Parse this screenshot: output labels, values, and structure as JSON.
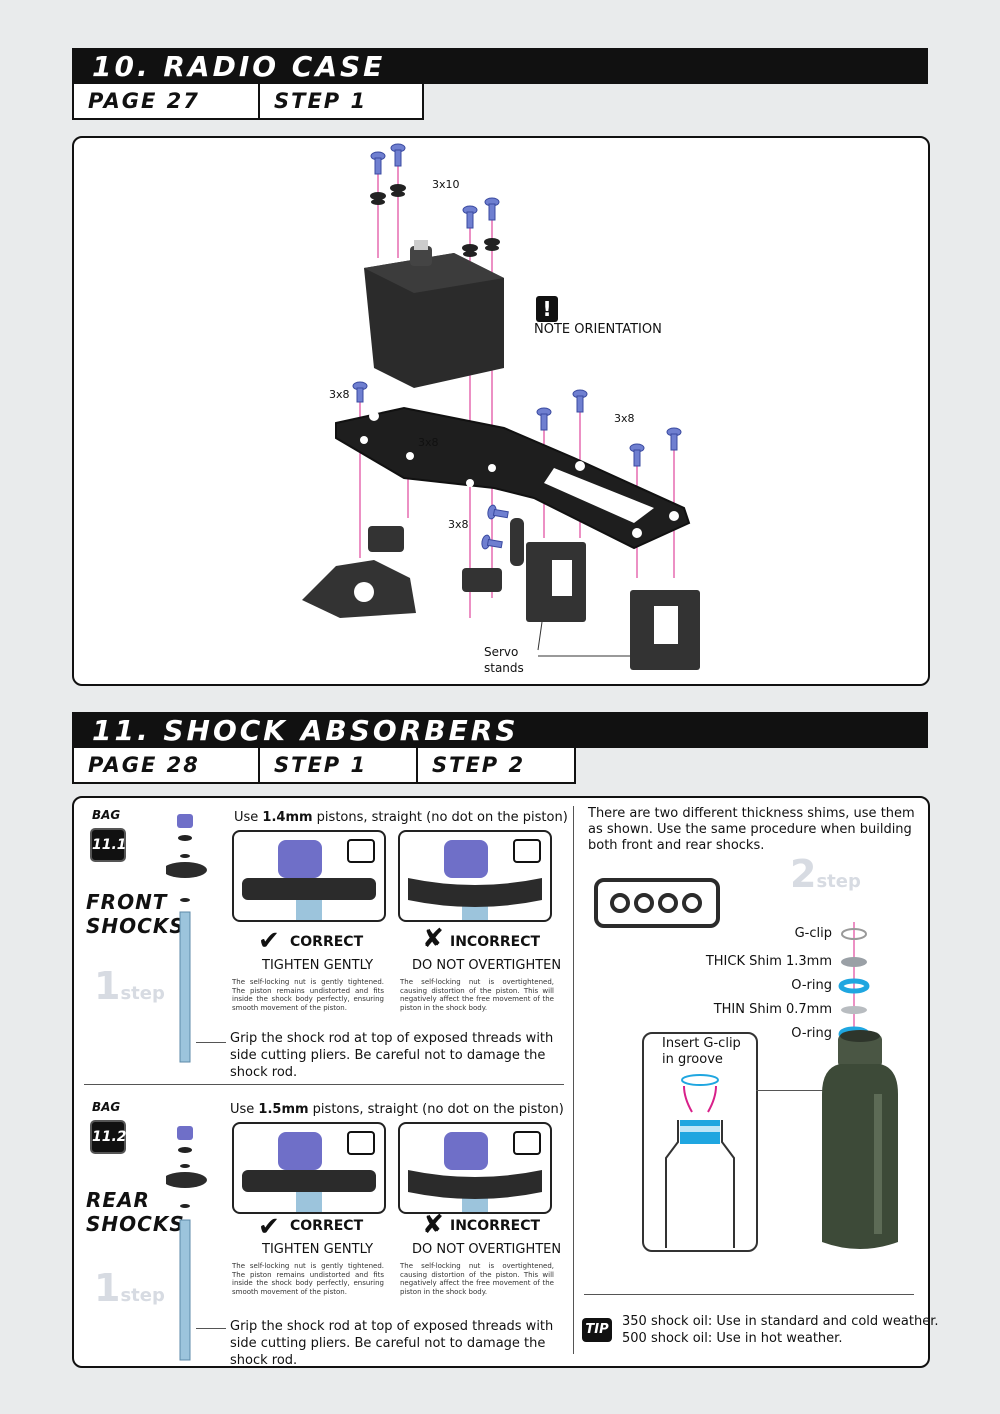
{
  "section10": {
    "title": "10. RADIO CASE",
    "page": "PAGE 27",
    "step": "STEP 1",
    "labels": {
      "screw_3x10": "3x10",
      "screw_3x8_a": "3x8",
      "screw_3x8_b": "3x8",
      "screw_3x8_c": "3x8",
      "screw_3x8_d": "3x8",
      "note": "NOTE ORIENTATION",
      "servo_stands": "Servo\nstands"
    }
  },
  "section11": {
    "title": "11. SHOCK ABSORBERS",
    "page": "PAGE 28",
    "step1": "STEP 1",
    "step2": "STEP 2",
    "front": {
      "bag_label": "BAG",
      "bag_number": "11.1",
      "name": "FRONT\nSHOCKS",
      "big_step_num": "1",
      "big_step_word": "step",
      "piston_pre": "Use ",
      "piston_bold": "1.4mm",
      "piston_post": " pistons, straight (no dot on the piston)",
      "correct": "CORRECT",
      "incorrect": "INCORRECT",
      "correct_sub": "TIGHTEN GENTLY",
      "incorrect_sub": "DO NOT OVERTIGHTEN",
      "correct_note": "The self-locking nut is gently tightened. The piston remains undistorted and fits inside the shock body perfectly, ensuring smooth movement of the piston.",
      "incorrect_note": "The self-locking nut is overtightened, causing distortion of the piston. This will negatively affect the free movement of the piston in the shock body.",
      "grip": "Grip the shock rod at top of exposed threads with side cutting pliers. Be careful not to damage the shock rod."
    },
    "rear": {
      "bag_label": "BAG",
      "bag_number": "11.2",
      "name": "REAR\nSHOCKS",
      "big_step_num": "1",
      "big_step_word": "step",
      "piston_pre": "Use ",
      "piston_bold": "1.5mm",
      "piston_post": " pistons, straight  (no dot on the piston)",
      "correct": "CORRECT",
      "incorrect": "INCORRECT",
      "correct_sub": "TIGHTEN GENTLY",
      "incorrect_sub": "DO NOT OVERTIGHTEN",
      "correct_note": "The self-locking nut is gently tightened. The piston remains undistorted and fits inside the shock body perfectly, ensuring smooth movement of the piston.",
      "incorrect_note": "The self-locking nut is overtightened, causing distortion of the piston. This will negatively affect the free movement of the piston in the shock body.",
      "grip": "Grip the shock rod at top of exposed threads with side cutting pliers.  Be careful not to damage the shock rod."
    },
    "right": {
      "intro": "There are two different thickness shims, use them as shown. Use the same procedure when building both front and rear shocks.",
      "big_step_num": "2",
      "big_step_word": "step",
      "gclip": "G-clip",
      "thick": "THICK Shim 1.3mm",
      "oring1": "O-ring",
      "thin": "THIN Shim 0.7mm",
      "oring2": "O-ring",
      "insert": "Insert G-clip\nin groove",
      "tip_badge": "TIP",
      "tip_line1": "350 shock oil: Use in standard and cold weather.",
      "tip_line2": "500 shock oil: Use in hot weather."
    }
  },
  "colors": {
    "screw_blue": "#6f7fd0",
    "guide_pink": "#d8208a",
    "oring_cyan": "#1fa6e0",
    "part_dark": "#2b2b2b",
    "shock_body": "#3d4a38"
  }
}
